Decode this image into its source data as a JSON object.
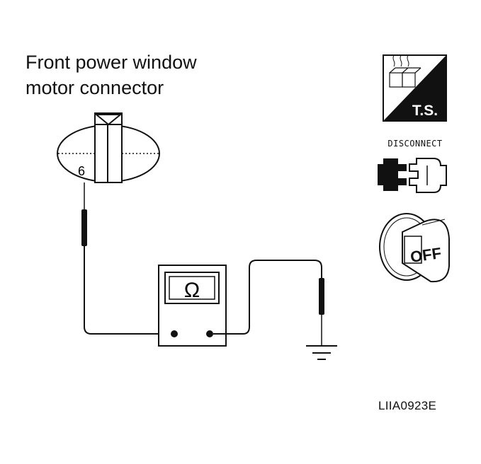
{
  "title": {
    "line1": "Front power window",
    "line2": "motor connector"
  },
  "connector": {
    "terminal_number": "6"
  },
  "meter": {
    "symbol": "Ω"
  },
  "icons": {
    "ts_label": "T.S.",
    "disconnect_label": "DISCONNECT",
    "off_label": "OFF"
  },
  "image_code": "LIIA0923E"
}
